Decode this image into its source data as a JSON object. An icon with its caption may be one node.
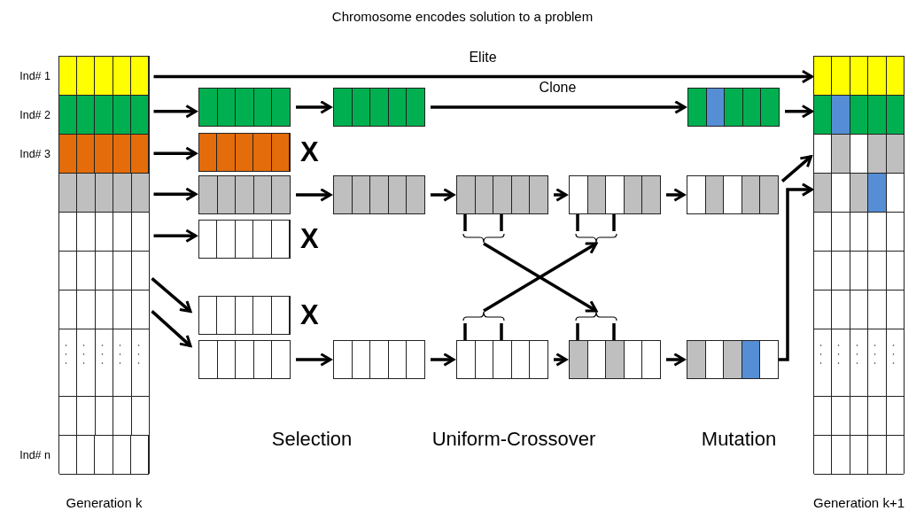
{
  "diagram": {
    "title": "Chromosome encodes solution to a problem",
    "nodes": [
      {
        "text": [
          "Generation k"
        ]
      },
      {
        "text": [],
        "shape": "bar",
        "in": 0,
        "beside": [
          "Ind# 1"
        ]
      },
      {
        "text": [],
        "shape": "bar",
        "in": 0,
        "beside": [
          "Ind# 2"
        ]
      },
      {
        "text": [],
        "shape": "bar",
        "in": 0,
        "beside": [
          "Ind# 3"
        ]
      },
      {
        "text": [],
        "shape": "bar",
        "in": 0
      },
      {
        "text": [],
        "shape": "bar",
        "in": 0
      },
      {
        "text": [],
        "shape": "bar",
        "in": 0
      },
      {
        "text": [],
        "shape": "bar",
        "in": 0
      },
      {
        "text": [],
        "shape": "bar",
        "in": 0
      },
      {
        "text": [],
        "shape": "bar",
        "in": 0
      },
      {
        "text": [],
        "shape": "bar",
        "in": 0,
        "beside": [
          "Ind# n"
        ]
      },
      {
        "text": [],
        "shape": "bar"
      },
      {
        "text": [],
        "shape": "bar",
        "beside": [
          "X"
        ]
      },
      {
        "text": [],
        "shape": "bar"
      },
      {
        "text": [],
        "shape": "bar",
        "beside": [
          "X"
        ]
      },
      {
        "text": [],
        "shape": "bar",
        "beside": [
          "X"
        ]
      },
      {
        "text": [],
        "shape": "bar"
      },
      {
        "text": [],
        "shape": "bar"
      },
      {
        "text": [],
        "shape": "bar"
      },
      {
        "text": [],
        "shape": "bar"
      },
      {
        "text": [],
        "shape": "bar"
      },
      {
        "text": [],
        "shape": "bar"
      },
      {
        "text": [],
        "shape": "bracket"
      },
      {
        "text": [],
        "shape": "bracket"
      },
      {
        "text": [],
        "shape": "bracket"
      },
      {
        "text": [],
        "shape": "bracket"
      },
      {
        "text": [],
        "shape": "bar"
      },
      {
        "text": [],
        "shape": "bar"
      },
      {
        "text": [],
        "shape": "bar"
      },
      {
        "text": [],
        "shape": "bar"
      },
      {
        "text": [],
        "shape": "bar"
      },
      {
        "text": [
          "Generation k+1"
        ]
      },
      {
        "text": [],
        "shape": "bar",
        "in": 31
      },
      {
        "text": [],
        "shape": "bar",
        "in": 31
      },
      {
        "text": [],
        "shape": "bar",
        "in": 31
      },
      {
        "text": [],
        "shape": "bar",
        "in": 31
      },
      {
        "text": [],
        "shape": "bar",
        "in": 31
      },
      {
        "text": [],
        "shape": "bar",
        "in": 31
      },
      {
        "text": [],
        "shape": "bar",
        "in": 31
      },
      {
        "text": [],
        "shape": "bar",
        "in": 31
      },
      {
        "text": [],
        "shape": "bar",
        "in": 31
      },
      {
        "text": [],
        "shape": "bar",
        "in": 31
      }
    ],
    "edges": [
      {
        "from": 1,
        "to": 32,
        "arrow": "to",
        "label": "Elite"
      },
      {
        "from": 2,
        "to": 11,
        "arrow": "to"
      },
      {
        "from": 3,
        "to": 12,
        "arrow": "to"
      },
      {
        "from": 4,
        "to": 13,
        "arrow": "to"
      },
      {
        "from": 5,
        "to": 14,
        "arrow": "to"
      },
      {
        "from": 6,
        "to": 15,
        "arrow": "to"
      },
      {
        "from": 7,
        "to": 16,
        "arrow": "to"
      },
      {
        "from": 11,
        "to": 17,
        "arrow": "to"
      },
      {
        "from": 17,
        "to": 28,
        "arrow": "to",
        "label": "Clone"
      },
      {
        "from": 28,
        "to": 33,
        "arrow": "to"
      },
      {
        "from": 13,
        "to": 18,
        "arrow": "to"
      },
      {
        "from": 18,
        "to": 20,
        "arrow": "to"
      },
      {
        "from": 20,
        "to": 21,
        "arrow": "to"
      },
      {
        "from": 21,
        "to": 29,
        "arrow": "to"
      },
      {
        "from": 29,
        "to": 34,
        "arrow": "to"
      },
      {
        "from": 16,
        "to": 19,
        "arrow": "to"
      },
      {
        "from": 19,
        "to": 26,
        "arrow": "to"
      },
      {
        "from": 26,
        "to": 27,
        "arrow": "to"
      },
      {
        "from": 27,
        "to": 30,
        "arrow": "to"
      },
      {
        "from": 30,
        "to": 35,
        "arrow": "to"
      },
      {
        "from": 22,
        "to": 25,
        "arrow": "to"
      },
      {
        "from": 24,
        "to": 23,
        "arrow": "to"
      }
    ],
    "labels": [
      "Selection",
      "Uniform-Crossover",
      "Mutation"
    ]
  }
}
